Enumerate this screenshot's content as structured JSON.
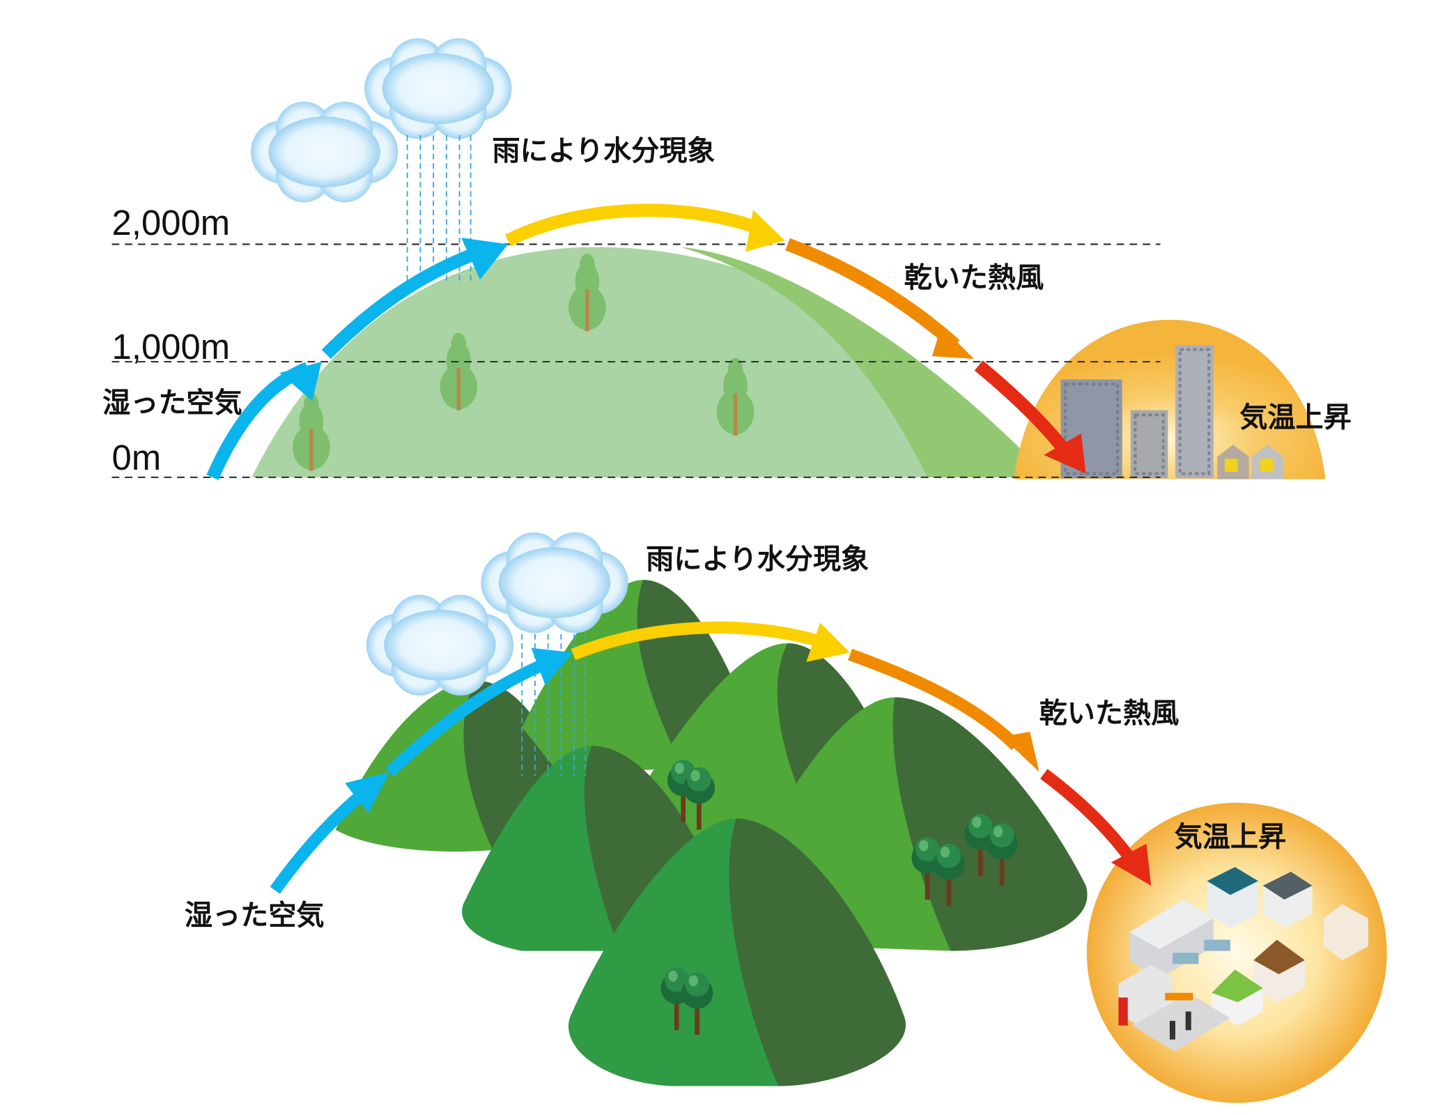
{
  "top_diagram": {
    "altitudes": [
      "2,000m",
      "1,000m",
      "0m"
    ],
    "labels": {
      "rain": "雨により水分現象",
      "moist_air": "湿った空気",
      "dry_hot_wind": "乾いた熱風",
      "temp_rise": "気温上昇"
    }
  },
  "bottom_diagram": {
    "labels": {
      "rain": "雨により水分現象",
      "moist_air": "湿った空気",
      "dry_hot_wind": "乾いた熱風",
      "temp_rise": "気温上昇"
    }
  },
  "colors": {
    "moist_arrow": "#0ab4ec",
    "top_arrow": "#fcd000",
    "descent_arrow": "#f08a00",
    "hot_arrow": "#e52b14",
    "mountain_light": "#aad4a4",
    "mountain_mid": "#93c873",
    "town_orange": "#f5b43a"
  }
}
